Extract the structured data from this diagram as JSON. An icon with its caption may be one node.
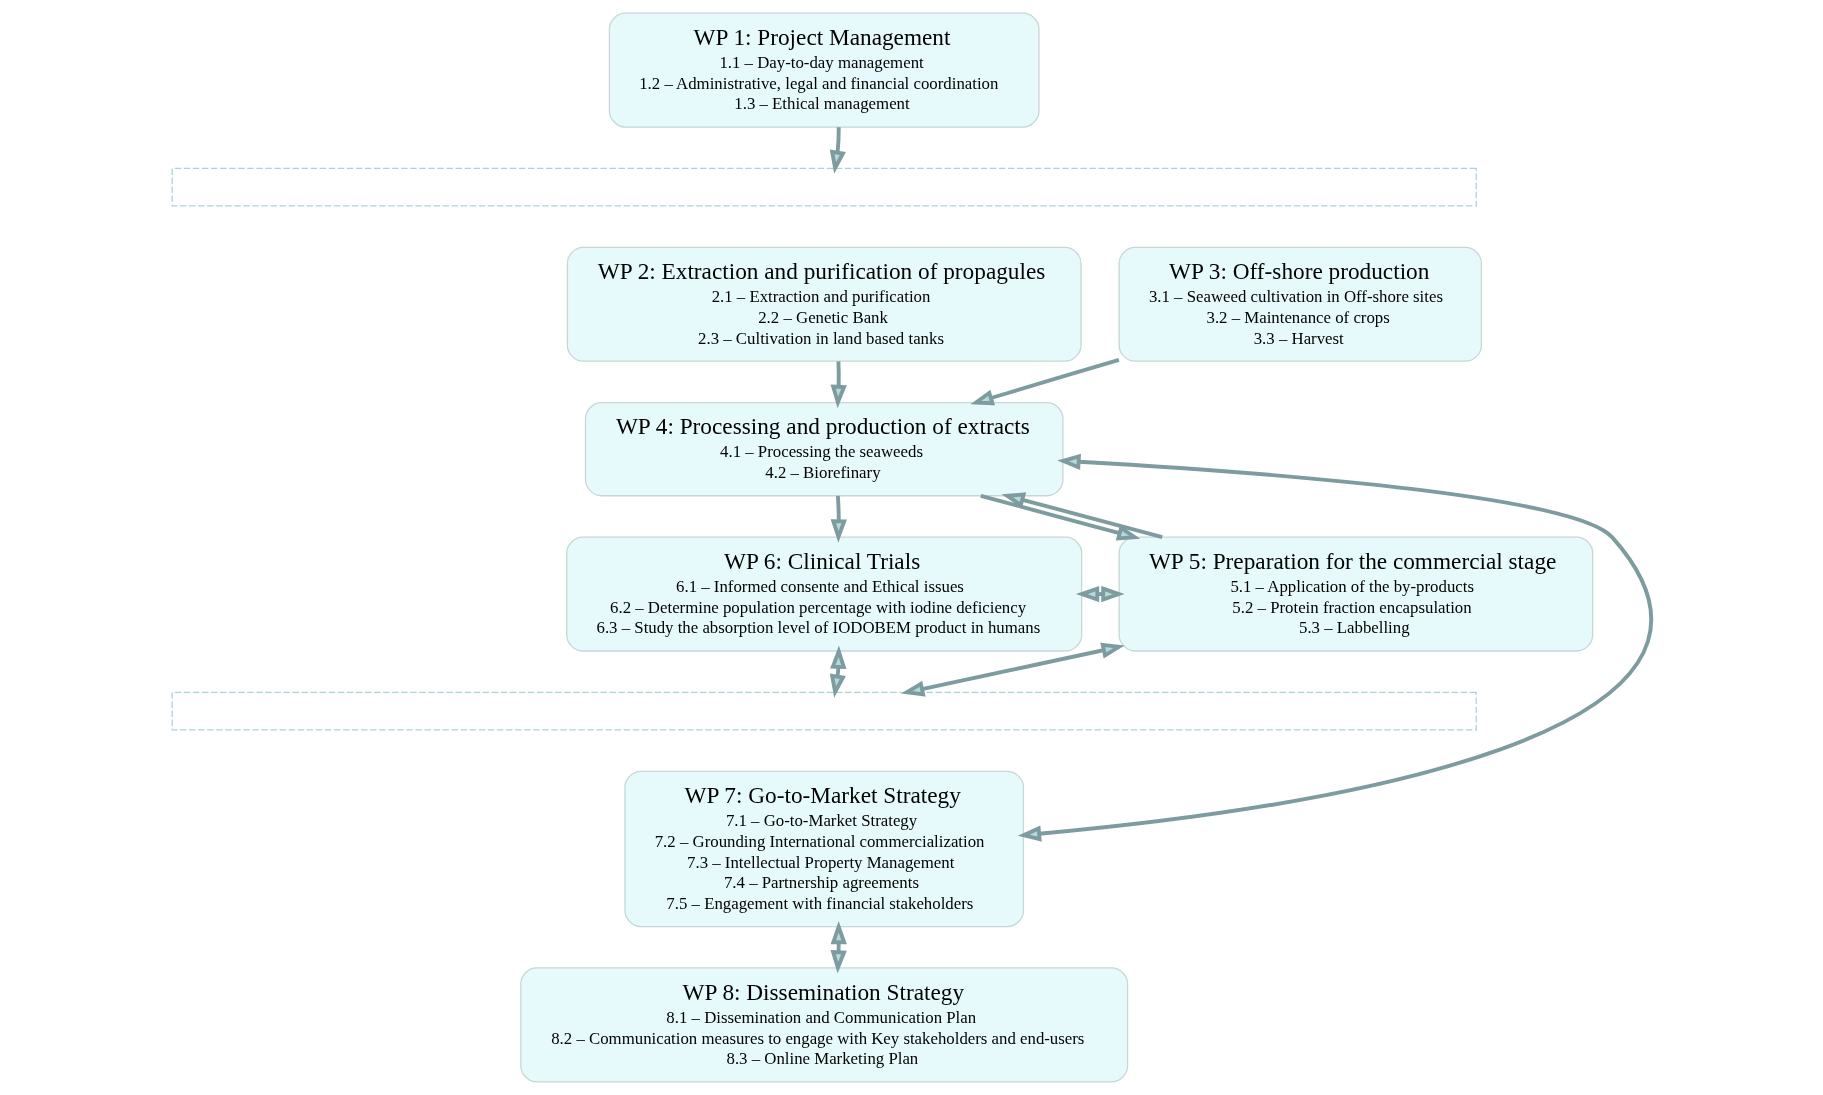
{
  "diagram": {
    "nodes": [
      {
        "text": [
          "WP 1: Project Management",
          "1.1 – Day-to-day management",
          "1.2 – Administrative, legal and financial coordination",
          "1.3 – Ethical management"
        ]
      },
      {
        "text": [],
        "shape": "box"
      },
      {
        "text": [
          "WP 2: Extraction and purification of propagules",
          "2.1 – Extraction and purification",
          "2.2 – Genetic Bank",
          "2.3 – Cultivation in land based tanks"
        ]
      },
      {
        "text": [
          "WP 3: Off-shore production",
          "3.1 – Seaweed cultivation in Off-shore sites",
          "3.2 – Maintenance of crops",
          "3.3 – Harvest"
        ]
      },
      {
        "text": [
          "WP 4: Processing and production of extracts",
          "4.1 – Processing the seaweeds",
          "4.2 – Biorefinary"
        ]
      },
      {
        "text": [
          "WP 6: Clinical Trials",
          "6.1 – Informed consente and Ethical issues",
          "6.2 – Determine population percentage with iodine deficiency",
          "6.3 – Study the absorption level of IODOBEM product in humans"
        ]
      },
      {
        "text": [
          "WP 5: Preparation for the commercial stage",
          "5.1 – Application of the by-products",
          "5.2 – Protein fraction encapsulation",
          "5.3 – Labbelling"
        ]
      },
      {
        "text": [],
        "shape": "box"
      },
      {
        "text": [
          "WP 7: Go-to-Market Strategy",
          "7.1 – Go-to-Market Strategy",
          "7.2 – Grounding International commercialization",
          "7.3 – Intellectual Property Management",
          "7.4 – Partnership agreements",
          "7.5 – Engagement with financial stakeholders"
        ]
      },
      {
        "text": [
          "WP 8: Dissemination Strategy",
          "8.1 – Dissemination and Communication Plan",
          "8.2 – Communication measures to engage with Key stakeholders and end-users",
          "8.3 – Online Marketing Plan"
        ]
      }
    ],
    "edges": [
      {
        "from": 0,
        "to": 1,
        "arrow": "to"
      },
      {
        "from": 2,
        "to": 4,
        "arrow": "to"
      },
      {
        "from": 3,
        "to": 4,
        "arrow": "to"
      },
      {
        "from": 4,
        "to": 5,
        "arrow": "to"
      },
      {
        "from": 4,
        "to": 6,
        "arrow": "to"
      },
      {
        "from": 6,
        "to": 4,
        "arrow": "to"
      },
      {
        "from": 4,
        "to": 8,
        "arrow": "both"
      },
      {
        "from": 5,
        "to": 6,
        "arrow": "both"
      },
      {
        "from": 5,
        "to": 7,
        "arrow": "both"
      },
      {
        "from": 6,
        "to": 7,
        "arrow": "both"
      },
      {
        "from": 8,
        "to": 9,
        "arrow": "both"
      }
    ]
  }
}
